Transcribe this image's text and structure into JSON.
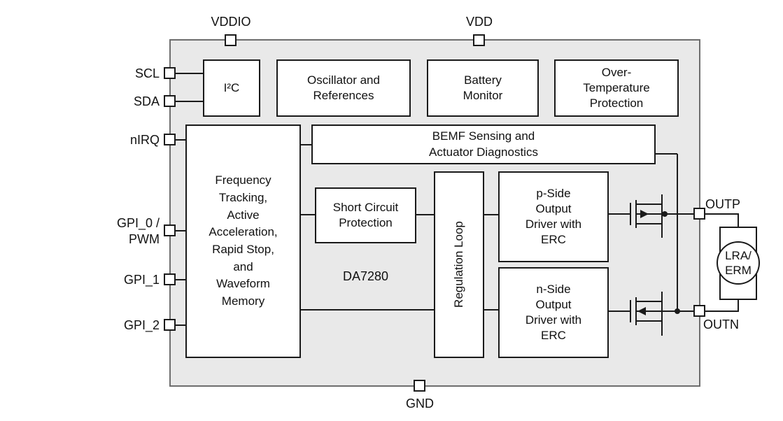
{
  "chip": {
    "name": "DA7280"
  },
  "pins": {
    "top": [
      {
        "id": "vddio",
        "label": "VDDIO"
      },
      {
        "id": "vdd",
        "label": "VDD"
      }
    ],
    "bottom": [
      {
        "id": "gnd",
        "label": "GND"
      }
    ],
    "left": [
      {
        "id": "scl",
        "label": "SCL"
      },
      {
        "id": "sda",
        "label": "SDA"
      },
      {
        "id": "nirq",
        "label": "nIRQ"
      },
      {
        "id": "gpi0",
        "label": "GPI_0 /\nPWM"
      },
      {
        "id": "gpi1",
        "label": "GPI_1"
      },
      {
        "id": "gpi2",
        "label": "GPI_2"
      }
    ],
    "right": [
      {
        "id": "outp",
        "label": "OUTP"
      },
      {
        "id": "outn",
        "label": "OUTN"
      }
    ]
  },
  "blocks": {
    "i2c": {
      "label": "I²C"
    },
    "oscillator": {
      "label": "Oscillator and\nReferences"
    },
    "battery": {
      "label": "Battery\nMonitor"
    },
    "overtemp": {
      "label": "Over-\nTemperature\nProtection"
    },
    "frequency": {
      "label": "Frequency\nTracking,\nActive\nAcceleration,\nRapid Stop,\nand\nWaveform\nMemory"
    },
    "bemf": {
      "label": "BEMF Sensing and\nActuator Diagnostics"
    },
    "short_circuit": {
      "label": "Short Circuit\nProtection"
    },
    "regulation": {
      "label": "Regulation Loop"
    },
    "p_side": {
      "label": "p-Side\nOutput\nDriver with\nERC"
    },
    "n_side": {
      "label": "n-Side\nOutput\nDriver with\nERC"
    }
  },
  "load": {
    "label": "LRA/\nERM"
  },
  "colors": {
    "chip_fill": "#e9e9e9",
    "chip_border": "#6e6e6e",
    "wire": "#1a1a1a",
    "block_border": "#1a1a1a"
  }
}
